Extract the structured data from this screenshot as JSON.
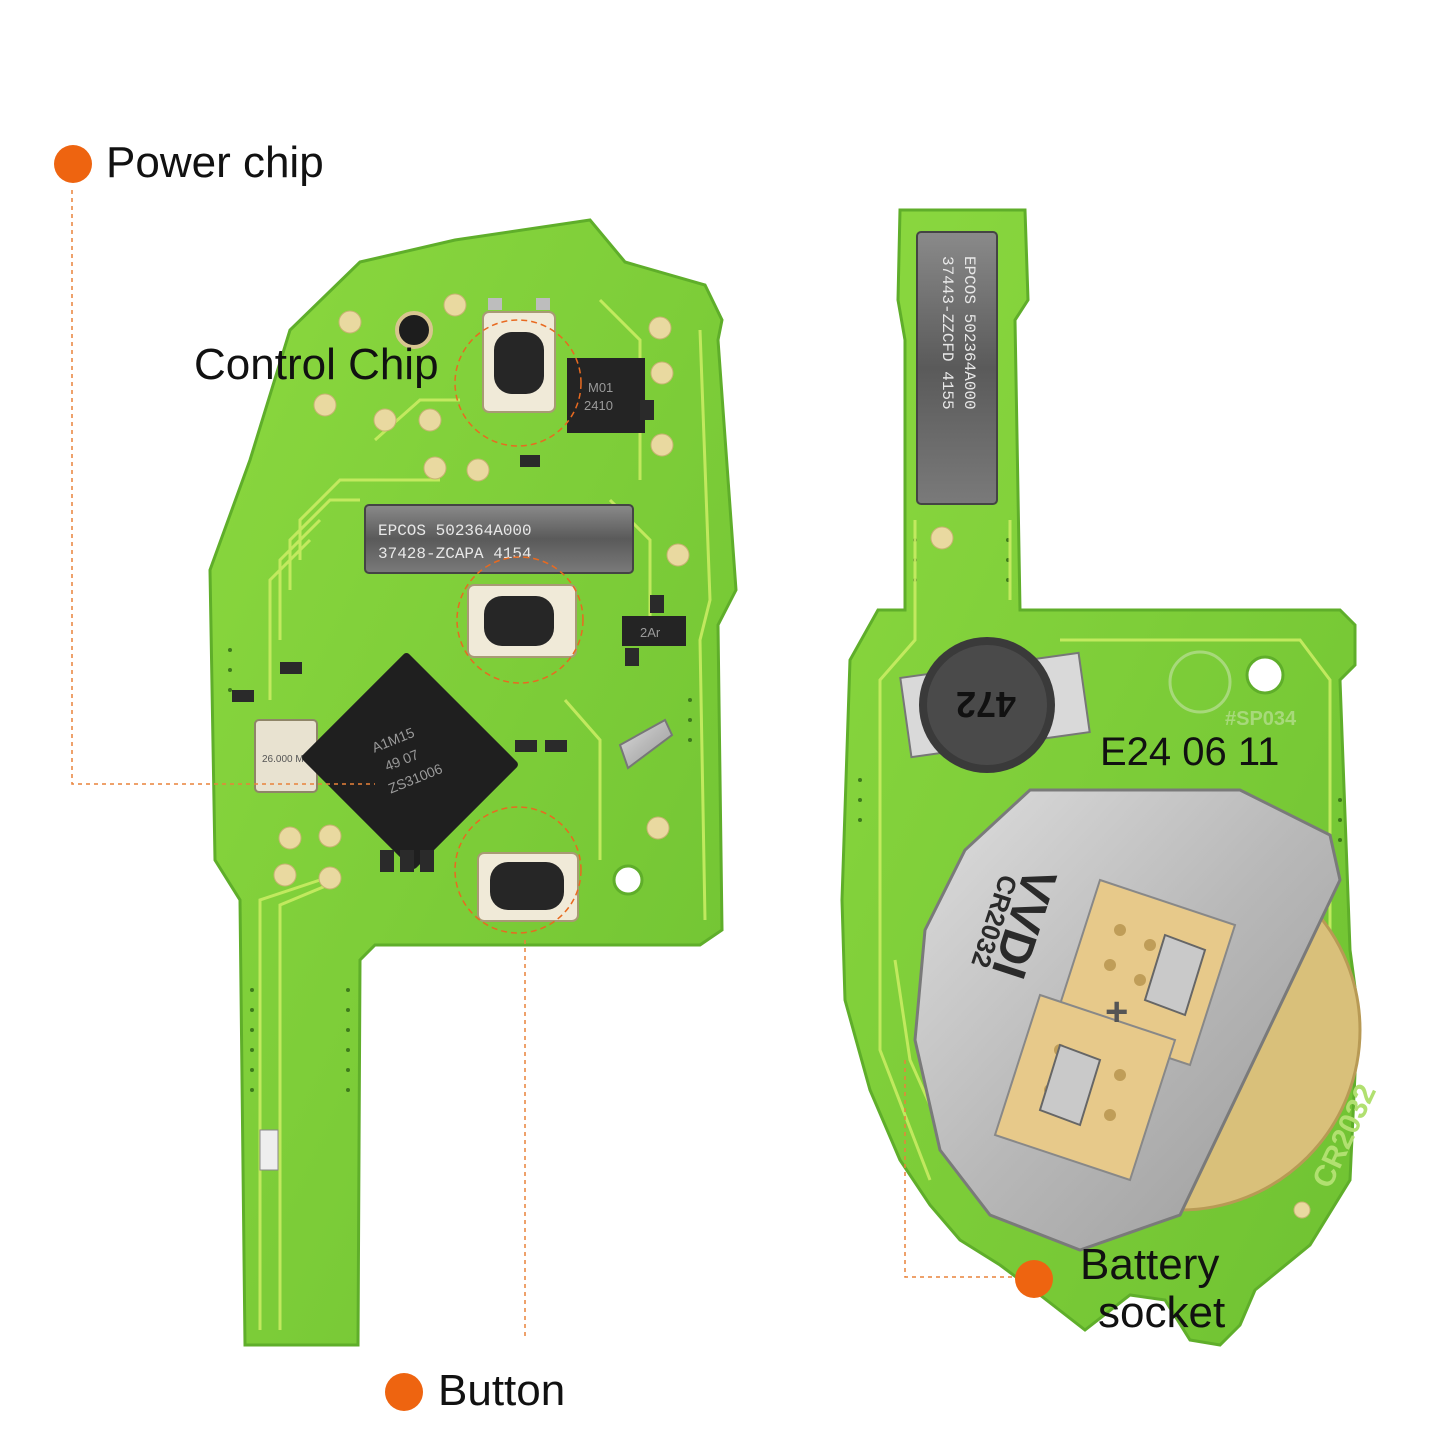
{
  "colors": {
    "background": "#ffffff",
    "pcb_green": "#7ccf3a",
    "pcb_light": "#9fe05a",
    "pcb_trace": "#c9ec63",
    "accent_orange": "#ee6410",
    "leader_line": "#e8823a",
    "solder_gold": "#e9d9a0",
    "component_dark": "#2a2a2a",
    "metal_silver": "#bfbfbf"
  },
  "callouts": {
    "power_chip": "Power chip",
    "control_chip": "Control Chip",
    "button": "Button",
    "battery_socket_line1": "Battery",
    "battery_socket_line2": "socket"
  },
  "board_markings": {
    "filter_left_line1": "EPCOS 502364A000",
    "filter_left_line2": "37428-ZCAPA 4154",
    "filter_right_line1": "EPCOS 502364A000",
    "filter_right_line2": "37443-ZZCFD 4155",
    "control_ic_line1": "A1M15",
    "control_ic_line2": "49 07",
    "control_ic_line3": "ZS31006",
    "crystal": "26.000 MHZ",
    "small_ic_line1": "M01",
    "small_ic_line2": "2410",
    "transistor": "2Ar",
    "inductor": "472",
    "date_code": "E24 06 11",
    "board_id": "#SP034",
    "battery_brand": "VVDI",
    "battery_model": "CR2032",
    "battery_socket_model": "CR2032"
  }
}
